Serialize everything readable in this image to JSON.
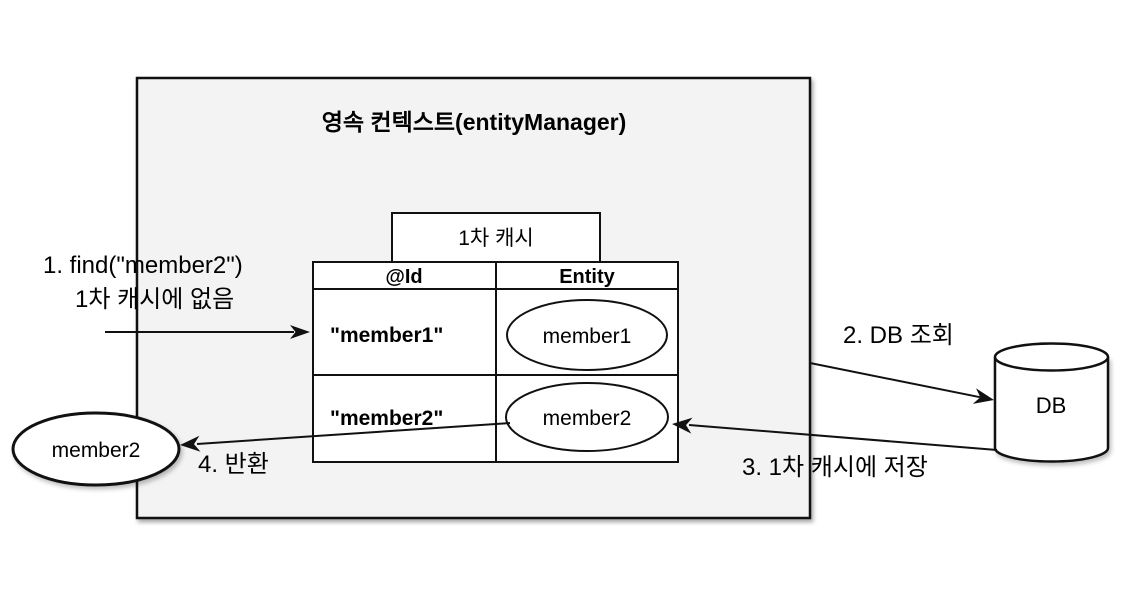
{
  "diagram": {
    "title": "영속 컨텍스트(entityManager)",
    "cache_label": "1차 캐시",
    "table": {
      "headers": [
        "@Id",
        "Entity"
      ],
      "rows": [
        {
          "id": "\"member1\"",
          "entity": "member1"
        },
        {
          "id": "\"member2\"",
          "entity": "member2"
        }
      ]
    },
    "result_entity": "member2",
    "db_label": "DB",
    "steps": {
      "step1_line1": "1. find(\"member2\")",
      "step1_line2": "1차 캐시에 없음",
      "step2": "2. DB 조회",
      "step3": "3. 1차 캐시에 저장",
      "step4": "4. 반환"
    },
    "colors": {
      "background": "#ffffff",
      "context_box_fill": "#f3f3f3",
      "shape_fill": "#ffffff",
      "stroke": "#000000"
    }
  }
}
